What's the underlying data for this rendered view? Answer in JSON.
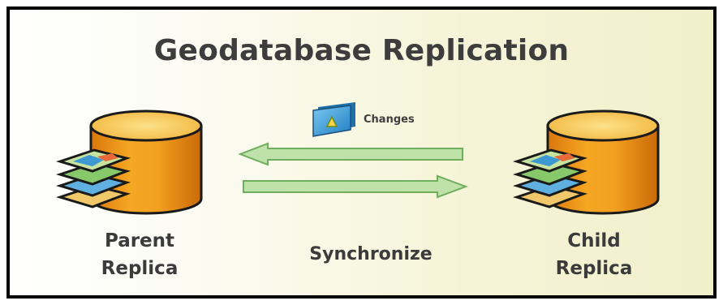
{
  "diagram": {
    "title": "Geodatabase Replication",
    "parent": {
      "line1": "Parent",
      "line2": "Replica",
      "icon": "database-with-map-layers"
    },
    "child": {
      "line1": "Child",
      "line2": "Replica",
      "icon": "database-with-map-layers"
    },
    "changes_label": "Changes",
    "changes_icon": "changes-map-icon",
    "sync_label": "Synchronize",
    "colors": {
      "cylinder_top": "#f7c04a",
      "cylinder_body": "#e48c12",
      "arrow_fill": "#b9dfa6",
      "arrow_stroke": "#6fae5c",
      "changes_icon": "#3ea0d8"
    }
  }
}
